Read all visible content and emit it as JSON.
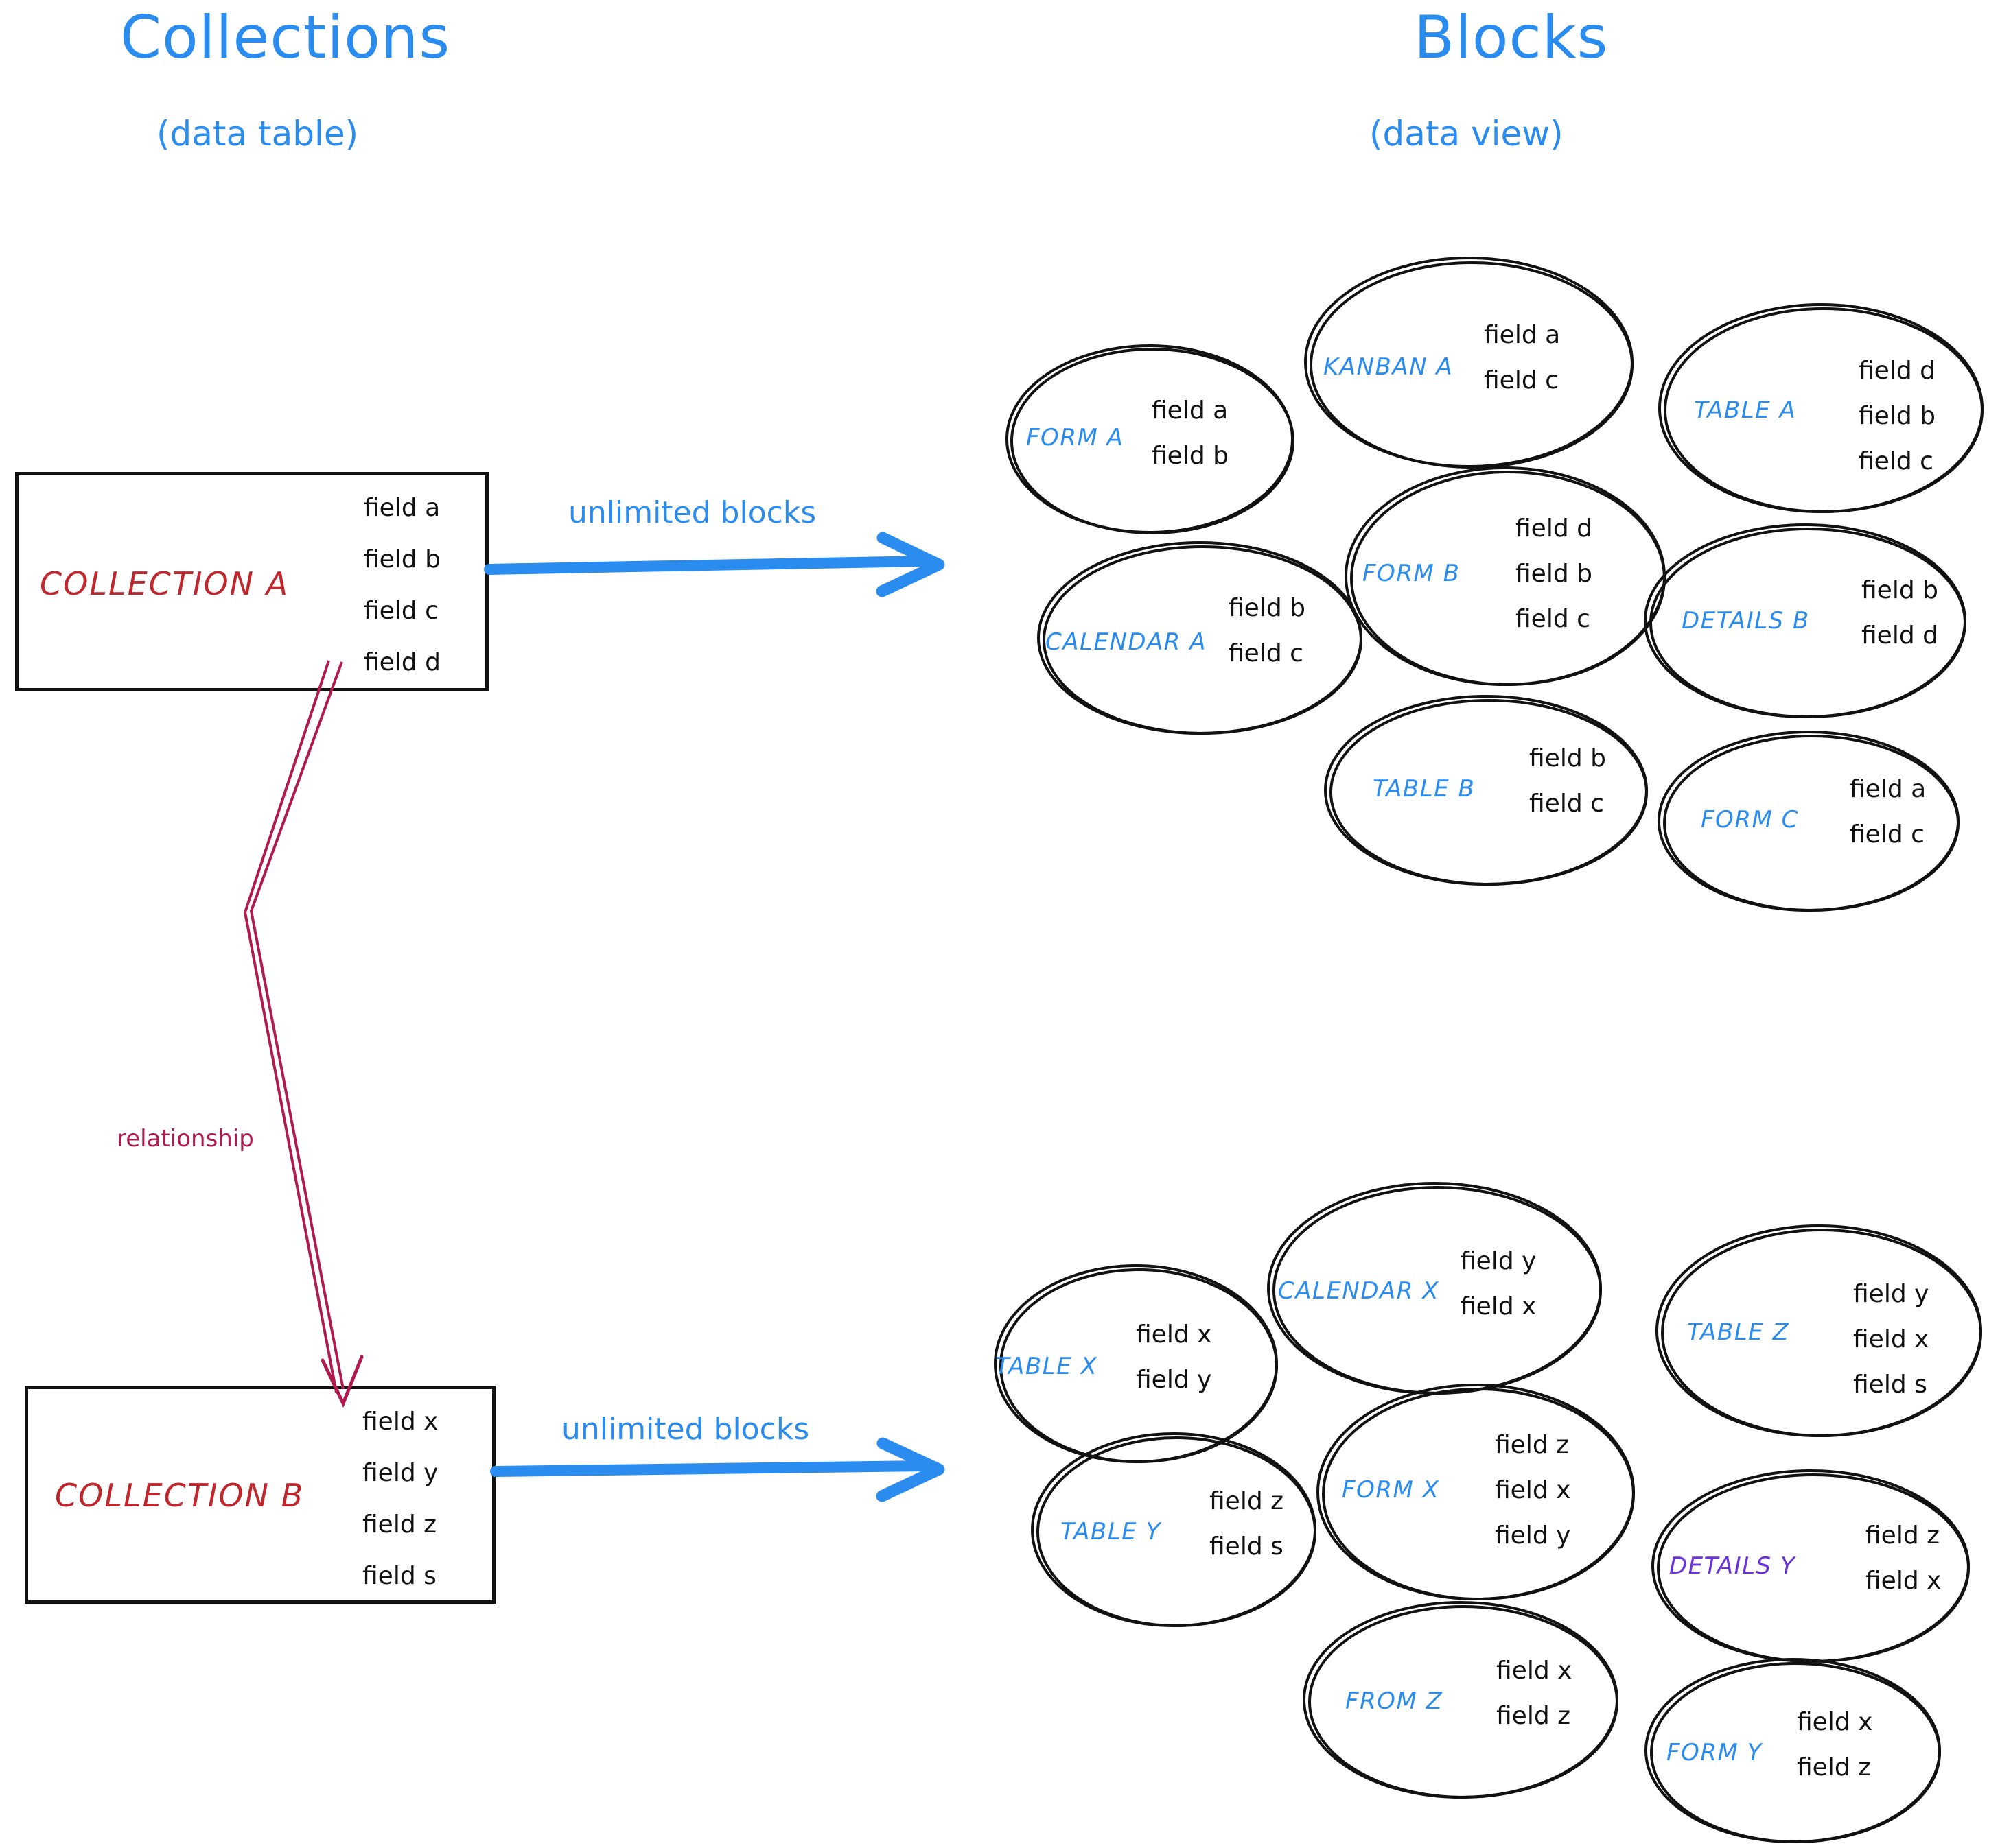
{
  "headings": {
    "left_title": "Collections",
    "left_subtitle": "(data table)",
    "right_title": "Blocks",
    "right_subtitle": "(data view)"
  },
  "colors": {
    "accent_blue": "#2B8CF0",
    "collection_red": "#C0272D",
    "relationship_crimson": "#B01A4C",
    "details_purple": "#6A33D9",
    "ink_black": "#111111",
    "background": "#FFFFFF"
  },
  "collections": [
    {
      "name": "COLLECTION A",
      "fields": [
        "field a",
        "field b",
        "field c",
        "field d"
      ],
      "arrow_label": "unlimited blocks"
    },
    {
      "name": "COLLECTION B",
      "fields": [
        "field x",
        "field y",
        "field z",
        "field s"
      ],
      "arrow_label": "unlimited blocks"
    }
  ],
  "relationship": {
    "label": "relationship",
    "from": "COLLECTION A",
    "to": "COLLECTION B"
  },
  "blocks_top": [
    {
      "label": "FORM A",
      "color": "blue",
      "fields": [
        "field a",
        "field b"
      ]
    },
    {
      "label": "KANBAN A",
      "color": "blue",
      "fields": [
        "field a",
        "field c"
      ]
    },
    {
      "label": "TABLE A",
      "color": "blue",
      "fields": [
        "field d",
        "field b",
        "field c"
      ]
    },
    {
      "label": "CALENDAR A",
      "color": "blue",
      "fields": [
        "field b",
        "field c"
      ]
    },
    {
      "label": "FORM B",
      "color": "blue",
      "fields": [
        "field d",
        "field b",
        "field c"
      ]
    },
    {
      "label": "DETAILS B",
      "color": "blue",
      "fields": [
        "field b",
        "field d"
      ]
    },
    {
      "label": "TABLE B",
      "color": "blue",
      "fields": [
        "field b",
        "field c"
      ]
    },
    {
      "label": "FORM C",
      "color": "blue",
      "fields": [
        "field a",
        "field c"
      ]
    }
  ],
  "blocks_bottom": [
    {
      "label": "TABLE X",
      "color": "blue",
      "fields": [
        "field x",
        "field y"
      ]
    },
    {
      "label": "CALENDAR X",
      "color": "blue",
      "fields": [
        "field y",
        "field x"
      ]
    },
    {
      "label": "TABLE Z",
      "color": "blue",
      "fields": [
        "field y",
        "field x",
        "field s"
      ]
    },
    {
      "label": "TABLE Y",
      "color": "blue",
      "fields": [
        "field z",
        "field s"
      ]
    },
    {
      "label": "FORM X",
      "color": "blue",
      "fields": [
        "field z",
        "field x",
        "field y"
      ]
    },
    {
      "label": "DETAILS Y",
      "color": "purple",
      "fields": [
        "field z",
        "field x"
      ]
    },
    {
      "label": "FROM Z",
      "color": "blue",
      "fields": [
        "field x",
        "field z"
      ]
    },
    {
      "label": "FORM Y",
      "color": "blue",
      "fields": [
        "field x",
        "field z"
      ]
    }
  ]
}
